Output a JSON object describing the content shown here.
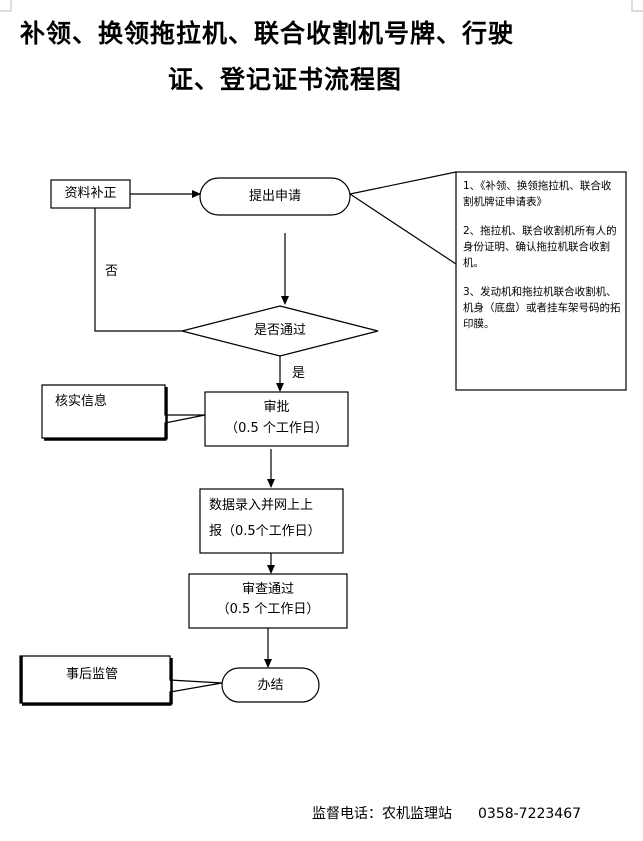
{
  "title": {
    "line1": "补领、换领拖拉机、联合收割机号牌、行驶",
    "line2": "证、登记证书流程图"
  },
  "nodes": {
    "supplement": "资料补正",
    "apply": "提出申请",
    "decision": "是否通过",
    "approve_line1": "审批",
    "approve_line2": "（0.5 个工作日）",
    "entry_line1": "数据录入并网上上",
    "entry_line2": "报（0.5个工作日）",
    "review_line1": "审查通过",
    "review_line2": "（0.5 个工作日）",
    "finish": "办结"
  },
  "edges": {
    "no": "否",
    "yes": "是"
  },
  "callouts": {
    "verify": "核实信息",
    "supervise": "事后监管"
  },
  "requirements": [
    "1、《补领、换领拖拉机、联合收割机牌证申请表》",
    "2、拖拉机、联合收割机所有人的身份证明、确认拖拉机联合收割机。",
    "3、发动机和拖拉机联合收割机、机身（底盘）或者挂车架号码的拓印膜。"
  ],
  "footer": {
    "contact": "监督电话：农机监理站",
    "phone": "0358-7223467"
  }
}
